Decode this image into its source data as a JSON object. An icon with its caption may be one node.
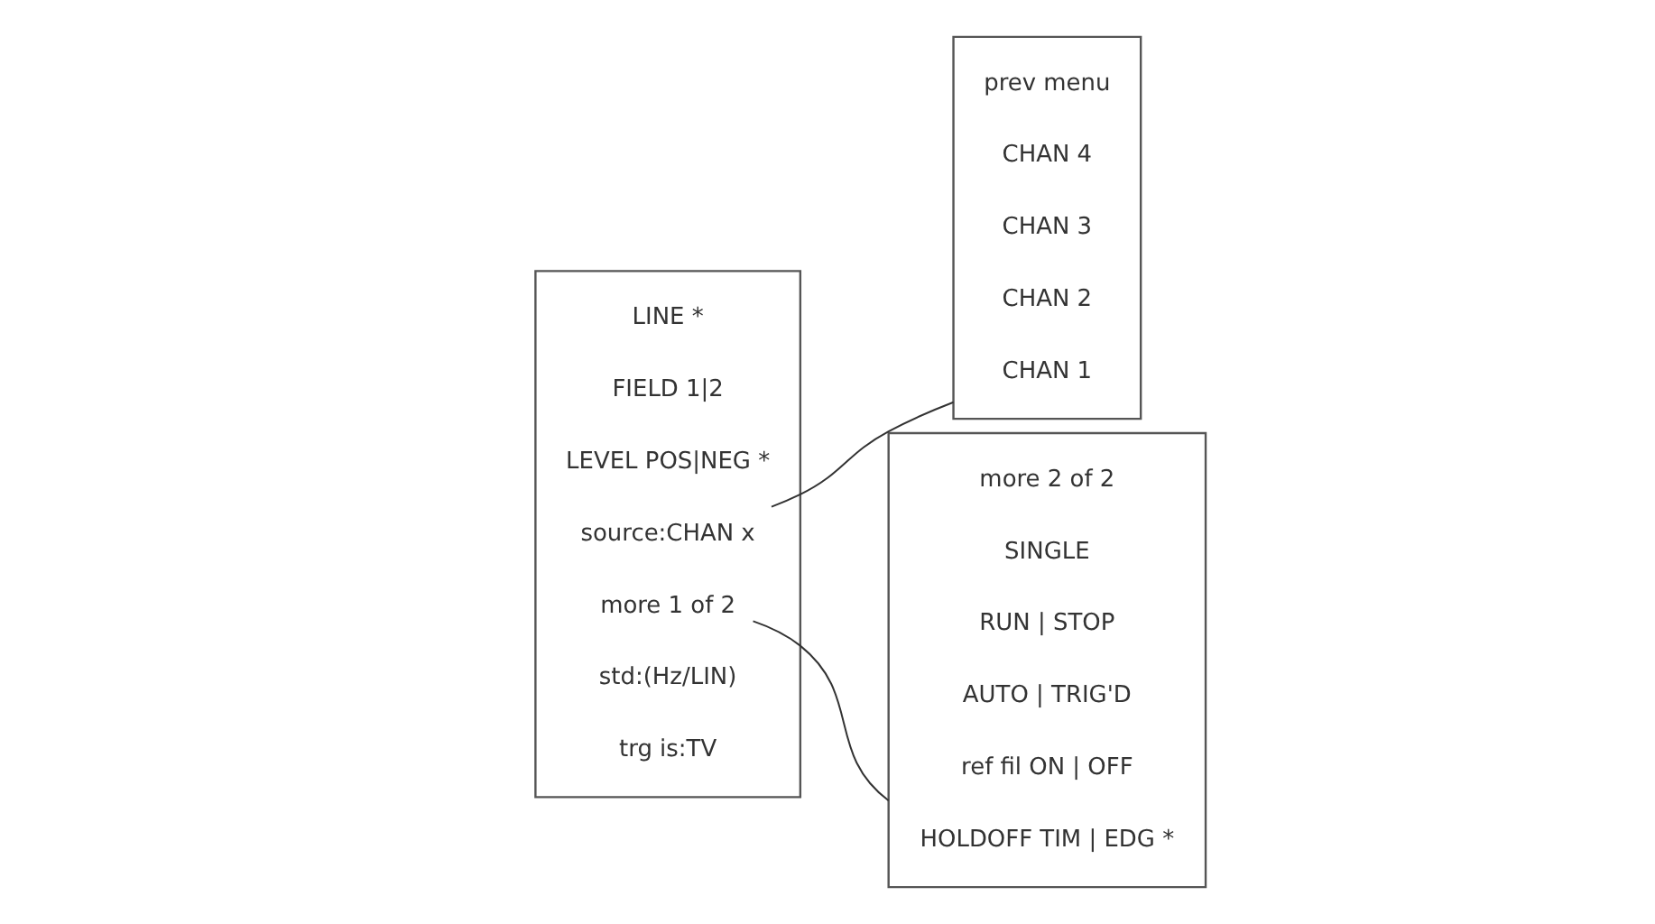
{
  "diagram": {
    "nodes": [
      {
        "text": [],
        "shape": "bar"
      },
      {
        "text": [
          "trg is:TV"
        ],
        "in": 0
      },
      {
        "text": [
          "std:(Hz/LIN)"
        ],
        "in": 0
      },
      {
        "text": [
          "source:CHAN x"
        ],
        "in": 0
      },
      {
        "text": [
          "LEVEL POS|NEG *"
        ],
        "in": 0
      },
      {
        "text": [
          "FIELD 1|2"
        ],
        "in": 0
      },
      {
        "text": [
          "LINE *"
        ],
        "in": 0
      },
      {
        "text": [
          "more 1 of 2"
        ],
        "in": 0
      },
      {
        "text": [],
        "shape": "bar"
      },
      {
        "text": [
          "CHAN 1"
        ],
        "in": 8
      },
      {
        "text": [
          "CHAN 2"
        ],
        "in": 8
      },
      {
        "text": [
          "CHAN 3"
        ],
        "in": 8
      },
      {
        "text": [
          "CHAN 4"
        ],
        "in": 8
      },
      {
        "text": [
          "prev menu"
        ],
        "in": 8
      },
      {
        "text": [],
        "shape": "bar"
      },
      {
        "text": [
          "HOLDOFF TIM | EDG *"
        ],
        "in": 14
      },
      {
        "text": [
          "ref fil ON | OFF"
        ],
        "in": 14
      },
      {
        "text": [
          "AUTO | TRIG'D"
        ],
        "in": 14
      },
      {
        "text": [
          "RUN | STOP"
        ],
        "in": 14
      },
      {
        "text": [
          "SINGLE"
        ],
        "in": 14
      },
      {
        "text": [
          "more 2 of 2"
        ],
        "in": 14
      }
    ],
    "edges": [
      {
        "from": 3,
        "to": 8,
        "arrow": "none"
      },
      {
        "from": 7,
        "to": 14,
        "arrow": "none"
      }
    ]
  }
}
